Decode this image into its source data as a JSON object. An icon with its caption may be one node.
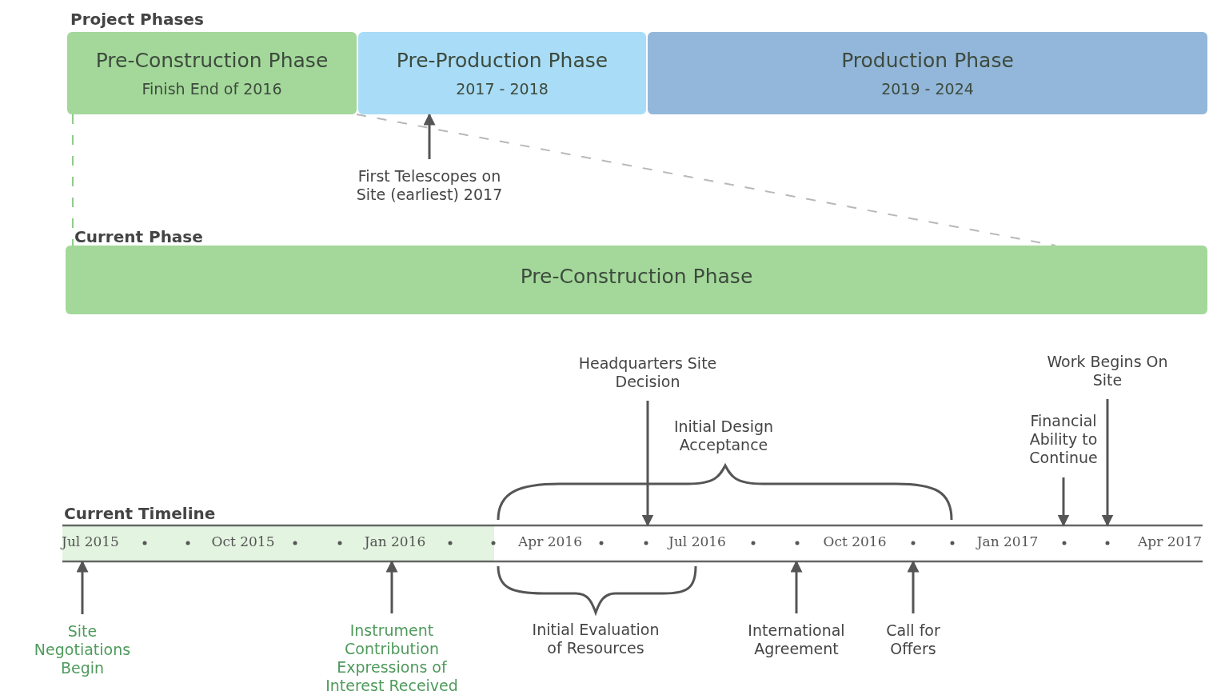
{
  "diagram": {
    "nodes": [
      {
        "text": [
          "Pre-Construction Phase",
          "Finish End of 2016"
        ]
      },
      {
        "text": [
          "Pre-Production Phase",
          "2017 - 2018"
        ]
      },
      {
        "text": [
          "Production Phase",
          "2019 - 2024"
        ]
      },
      {
        "text": [
          "Pre-Construction Phase"
        ]
      },
      {
        "text": [
          "First Telescopes on Site (earliest) 2017"
        ]
      },
      {
        "text": [
          "Jul 2015",
          "Oct 2015",
          "Jan 2016",
          "Apr 2016",
          "Jul 2016",
          "Oct 2016",
          "Jan 2017",
          "Apr 2017"
        ]
      },
      {
        "text": [
          "Headquarters Site Decision"
        ]
      },
      {
        "text": [
          "Initial Design Acceptance"
        ]
      },
      {
        "text": [
          "Work Begins On Site"
        ]
      },
      {
        "text": [
          "Financial Ability to Continue"
        ]
      },
      {
        "text": [
          "Site Negotiations Begin"
        ]
      },
      {
        "text": [
          "Instrument Contribution Expressions of Interest Received"
        ]
      },
      {
        "text": [
          "Initial Evaluation of Resources"
        ]
      },
      {
        "text": [
          "International Agreement"
        ]
      },
      {
        "text": [
          "Call for Offers"
        ]
      }
    ],
    "edges": [
      {
        "from": 4,
        "to": 1,
        "arrow": "to"
      },
      {
        "from": 0,
        "to": 3,
        "arrow": "none",
        "style": "dashed",
        "color": "#8fcc8a"
      },
      {
        "from": 0,
        "to": 3,
        "arrow": "none",
        "style": "dashed",
        "color": "#b8b8b8"
      },
      {
        "from": 6,
        "to": 5,
        "arrow": "to"
      },
      {
        "from": 8,
        "to": 5,
        "arrow": "to"
      },
      {
        "from": 9,
        "to": 5,
        "arrow": "to"
      },
      {
        "from": 10,
        "to": 5,
        "arrow": "to"
      },
      {
        "from": 11,
        "to": 5,
        "arrow": "to"
      },
      {
        "from": 13,
        "to": 5,
        "arrow": "to"
      },
      {
        "from": 14,
        "to": 5,
        "arrow": "to"
      }
    ],
    "labels": [
      "Project Phases",
      "Current Phase",
      "Current Timeline"
    ]
  }
}
